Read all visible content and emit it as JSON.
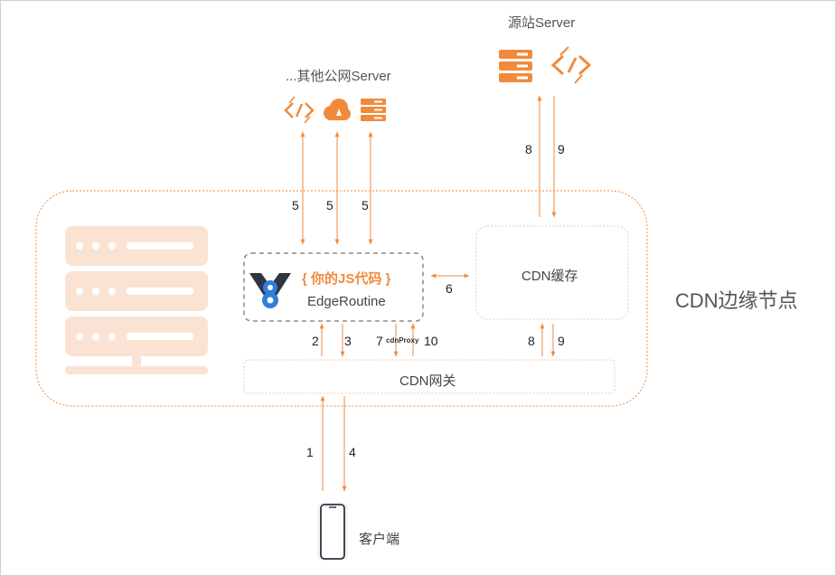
{
  "labels": {
    "origin_server": "源站Server",
    "other_servers": "...其他公网Server",
    "edge_node": "CDN边缘节点",
    "js_code": "{ 你的JS代码 }",
    "edge_routine": "EdgeRoutine",
    "cdn_cache": "CDN缓存",
    "cdn_gateway": "CDN网关",
    "client": "客户端",
    "cdn_proxy": "cdnProxy"
  },
  "steps": {
    "s1": "1",
    "s2": "2",
    "s3": "3",
    "s4": "4",
    "s5a": "5",
    "s5b": "5",
    "s5c": "5",
    "s6": "6",
    "s7": "7",
    "s8a": "8",
    "s8b": "8",
    "s9a": "9",
    "s9b": "9",
    "s10": "10"
  },
  "colors": {
    "accent": "#F28A3C",
    "accent_light": "#F8C79C",
    "server_faded": "#FBE3D4",
    "dashed_gray": "#8C8C8C",
    "logo_dark": "#2F3542",
    "logo_blue": "#2F7FD8"
  },
  "icons": [
    "code-icon",
    "cloud-icon",
    "server-icon",
    "server-rack-icon",
    "edgeroutine-logo-icon",
    "phone-icon"
  ]
}
